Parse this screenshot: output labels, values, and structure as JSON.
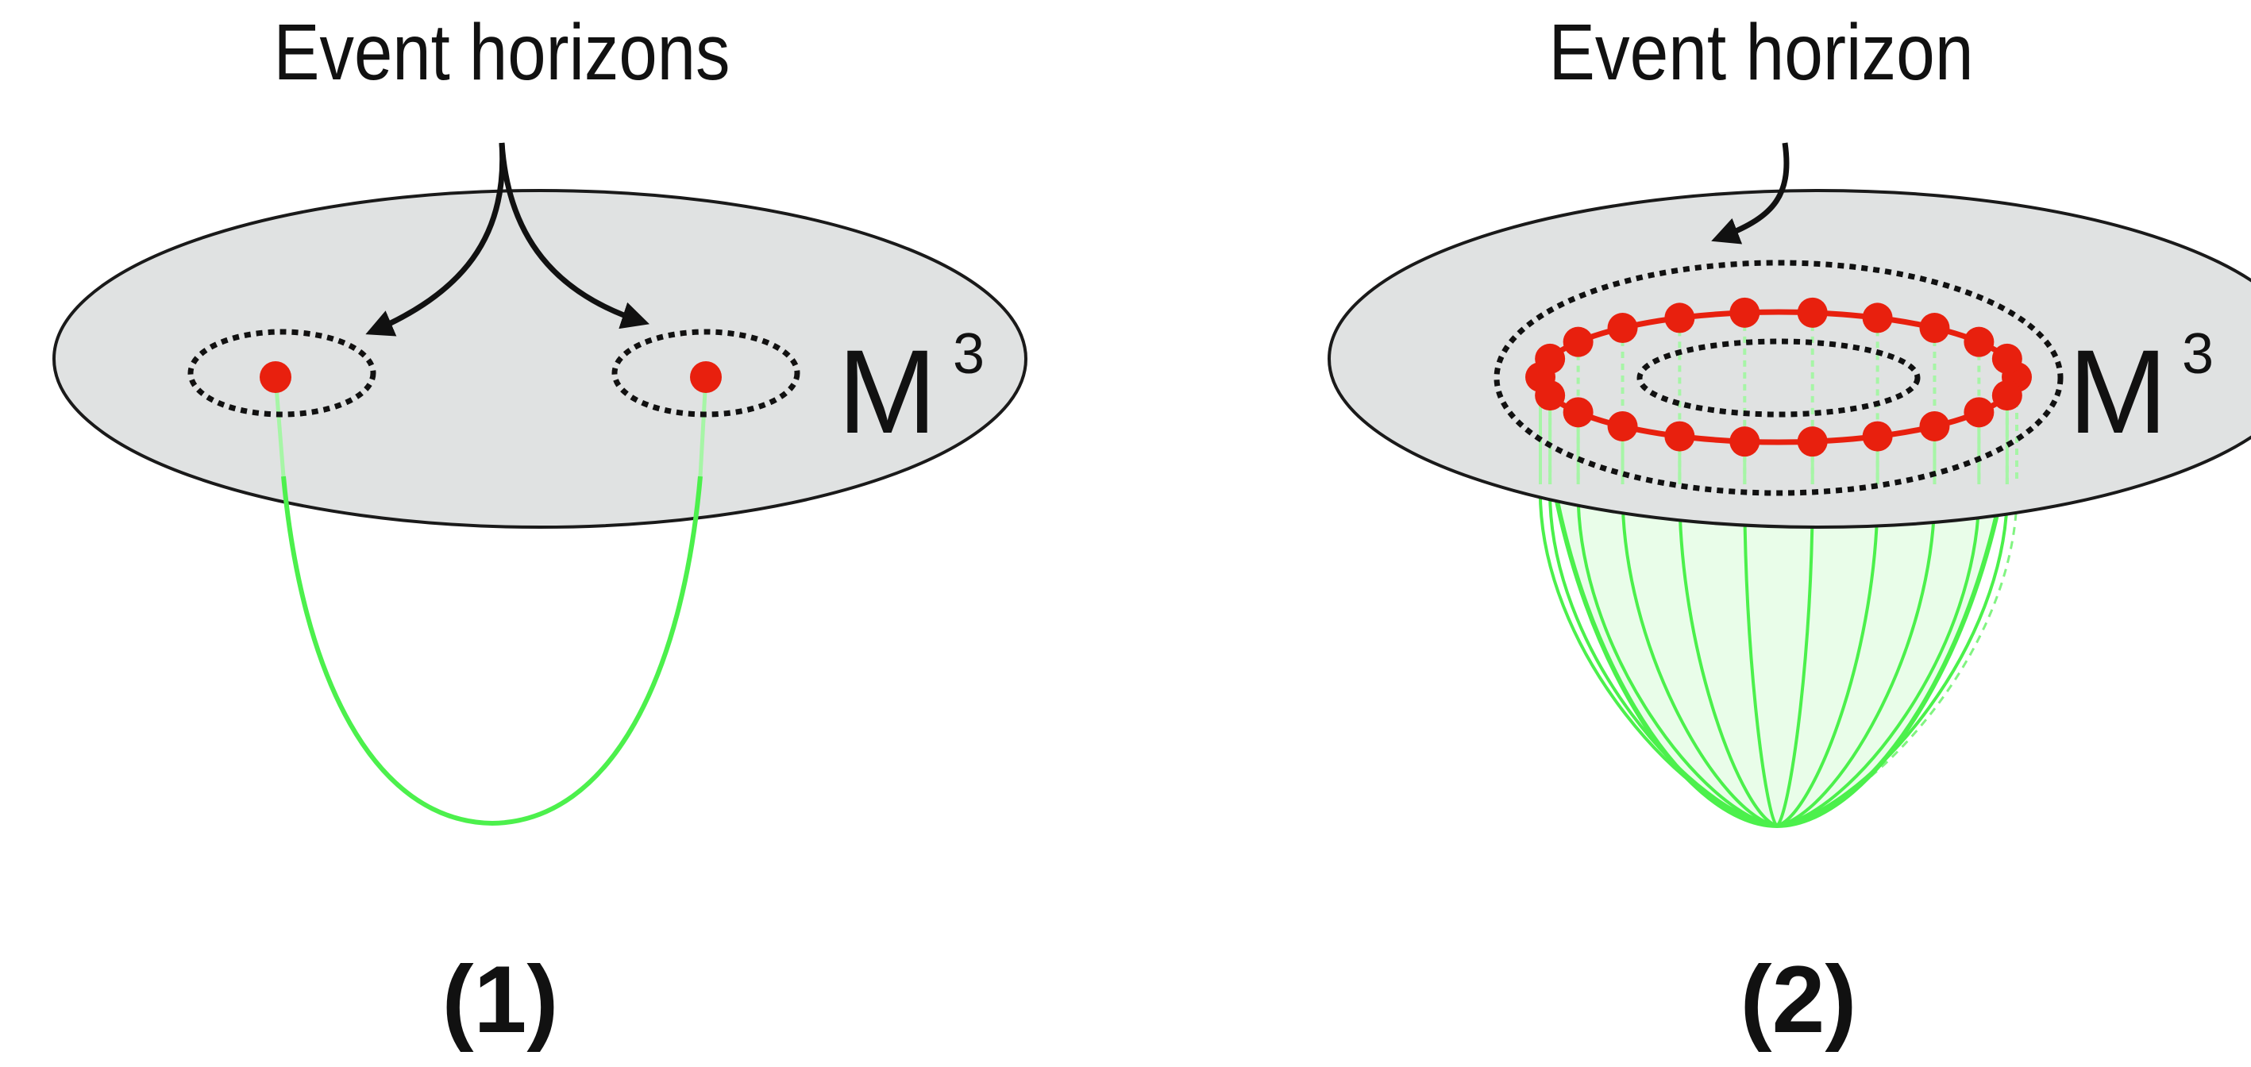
{
  "panel1": {
    "title": "Event horizons",
    "space_label": "M",
    "space_superscript": "3",
    "panel_label": "(1)"
  },
  "panel2": {
    "title": "Event horizon",
    "space_label": "M",
    "space_superscript": "3",
    "panel_label": "(2)"
  },
  "colors": {
    "plane_fill": "#e0e2e2",
    "plane_stroke": "#1a1a1a",
    "point": "#e8200e",
    "string": "#4cf04c",
    "string_faint": "#a6f5a6",
    "arrow": "#111111"
  },
  "icons": {
    "arrow": "curved-arrow-icon",
    "point": "red-dot-icon"
  }
}
